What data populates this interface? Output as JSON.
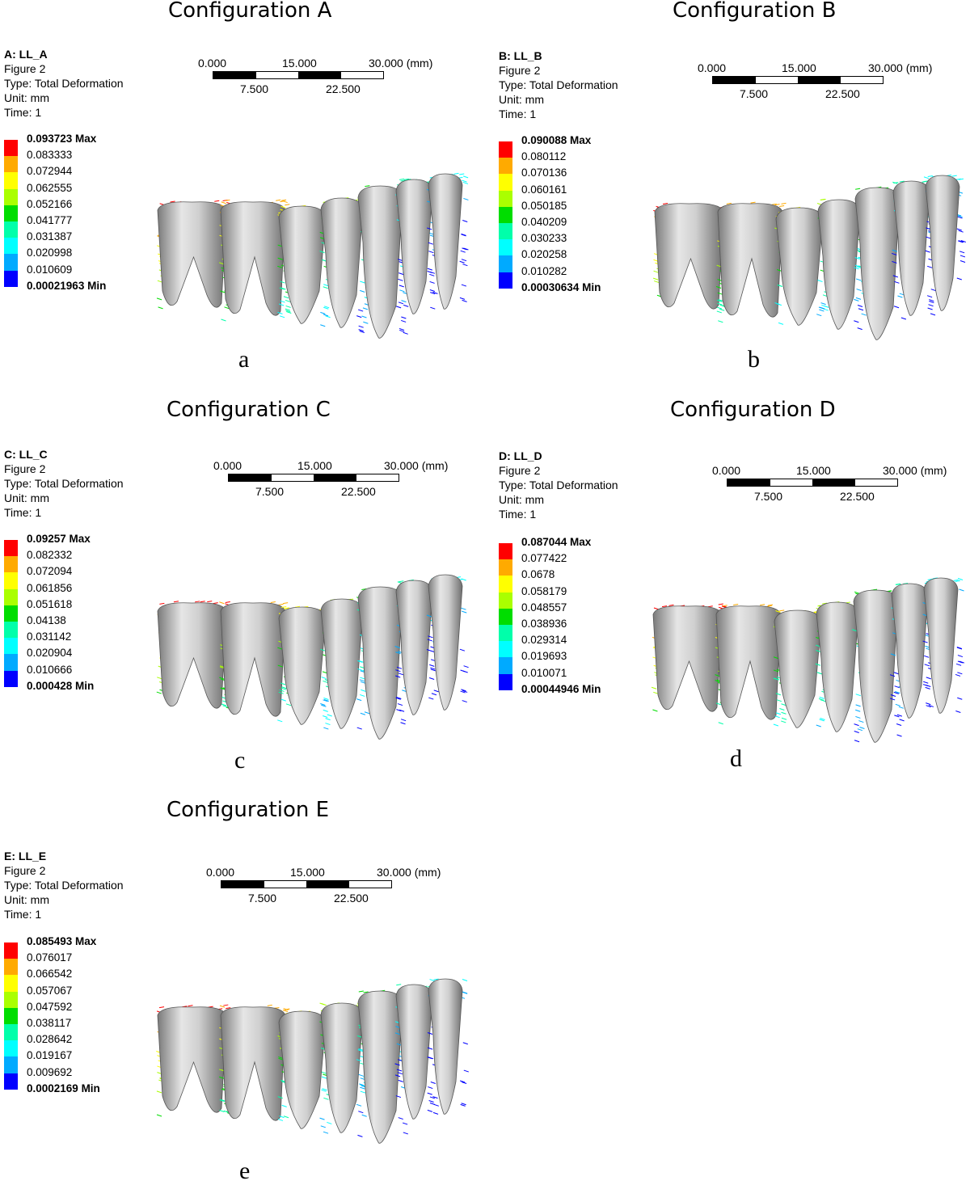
{
  "panels": [
    {
      "title": "Configuration A",
      "letter": "a",
      "info": [
        "A: LL_A",
        "Figure 2",
        "Type: Total Deformation",
        "Unit: mm",
        "Time: 1"
      ],
      "legend": [
        "0.093723 Max",
        "0.083333",
        "0.072944",
        "0.062555",
        "0.052166",
        "0.041777",
        "0.031387",
        "0.020998",
        "0.010609",
        "0.00021963 Min"
      ],
      "scale": {
        "top": [
          "0.000",
          "15.000",
          "30.000 (mm)"
        ],
        "bottom": [
          "7.500",
          "22.500"
        ]
      }
    },
    {
      "title": "Configuration B",
      "letter": "b",
      "info": [
        "B: LL_B",
        "Figure 2",
        "Type: Total Deformation",
        "Unit: mm",
        "Time: 1"
      ],
      "legend": [
        "0.090088 Max",
        "0.080112",
        "0.070136",
        "0.060161",
        "0.050185",
        "0.040209",
        "0.030233",
        "0.020258",
        "0.010282",
        "0.00030634 Min"
      ],
      "scale": {
        "top": [
          "0.000",
          "15.000",
          "30.000 (mm)"
        ],
        "bottom": [
          "7.500",
          "22.500"
        ]
      }
    },
    {
      "title": "Configuration C",
      "letter": "c",
      "info": [
        "C: LL_C",
        "Figure 2",
        "Type: Total Deformation",
        "Unit: mm",
        "Time: 1"
      ],
      "legend": [
        "0.09257 Max",
        "0.082332",
        "0.072094",
        "0.061856",
        "0.051618",
        "0.04138",
        "0.031142",
        "0.020904",
        "0.010666",
        "0.000428 Min"
      ],
      "scale": {
        "top": [
          "0.000",
          "15.000",
          "30.000 (mm)"
        ],
        "bottom": [
          "7.500",
          "22.500"
        ]
      }
    },
    {
      "title": "Configuration D",
      "letter": "d",
      "info": [
        "D: LL_D",
        "Figure 2",
        "Type: Total Deformation",
        "Unit: mm",
        "Time: 1"
      ],
      "legend": [
        "0.087044 Max",
        "0.077422",
        "0.0678",
        "0.058179",
        "0.048557",
        "0.038936",
        "0.029314",
        "0.019693",
        "0.010071",
        "0.00044946 Min"
      ],
      "scale": {
        "top": [
          "0.000",
          "15.000",
          "30.000 (mm)"
        ],
        "bottom": [
          "7.500",
          "22.500"
        ]
      }
    },
    {
      "title": "Configuration E",
      "letter": "e",
      "info": [
        "E: LL_E",
        "Figure 2",
        "Type: Total Deformation",
        "Unit: mm",
        "Time: 1"
      ],
      "legend": [
        "0.085493 Max",
        "0.076017",
        "0.066542",
        "0.057067",
        "0.047592",
        "0.038117",
        "0.028642",
        "0.019167",
        "0.009692",
        "0.0002169 Min"
      ],
      "scale": {
        "top": [
          "0.000",
          "15.000",
          "30.000 (mm)"
        ],
        "bottom": [
          "7.500",
          "22.500"
        ]
      }
    }
  ],
  "legend_colors": [
    "#ff0000",
    "#ffaa00",
    "#ffff00",
    "#aaff00",
    "#00dd00",
    "#00ffaa",
    "#00ffff",
    "#00aaff",
    "#0000ff"
  ]
}
